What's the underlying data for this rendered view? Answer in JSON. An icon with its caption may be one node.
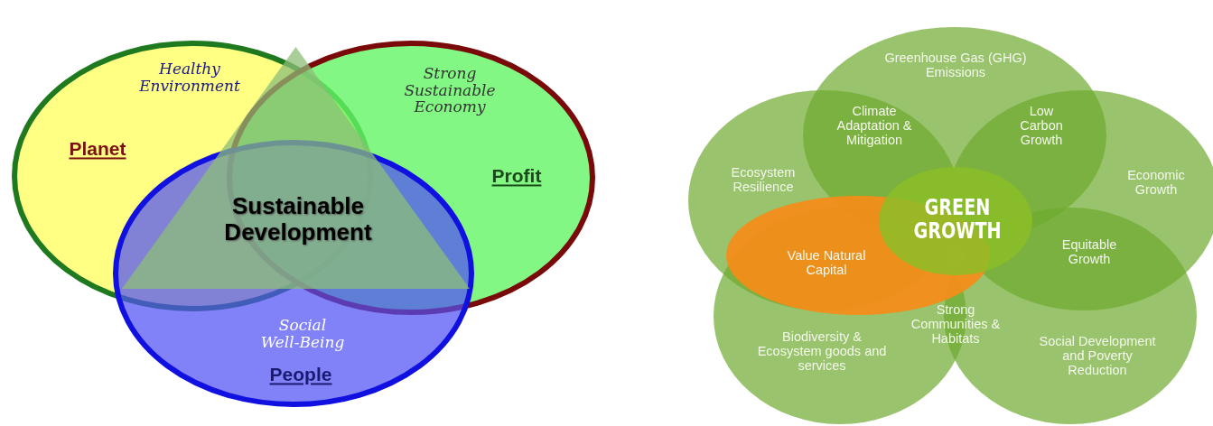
{
  "diagram": {
    "nodes": [
      {
        "text": [
          "Healthy Environment",
          "Planet"
        ]
      },
      {
        "text": [
          "Strong Sustainable Economy",
          "Profit"
        ]
      },
      {
        "text": [
          "Social Well-Being",
          "People"
        ]
      },
      {
        "text": [
          "Sustainable Development"
        ]
      },
      {
        "text": [
          "Greenhouse Gas (GHG) Emissions"
        ]
      },
      {
        "text": [
          "Ecosystem Resilience"
        ]
      },
      {
        "text": [
          "Economic Growth"
        ]
      },
      {
        "text": [
          "Biodiversity & Ecosystem goods and services"
        ]
      },
      {
        "text": [
          "Social Development and Poverty Reduction"
        ]
      },
      {
        "text": [
          "Value Natural Capital"
        ]
      },
      {
        "text": [
          "GREEN GROWTH"
        ]
      }
    ],
    "labels": [
      "Climate Adaptation & Mitigation",
      "Low Carbon Growth",
      "Equitable Growth",
      "Strong Communities & Habitats"
    ]
  }
}
